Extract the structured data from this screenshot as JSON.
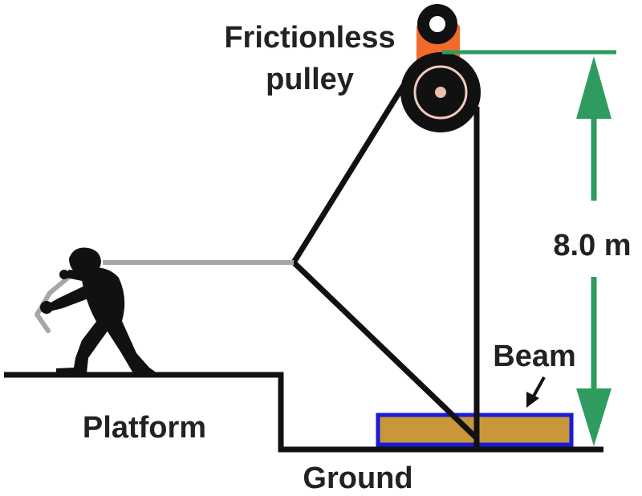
{
  "labels": {
    "pulley_line1": "Frictionless",
    "pulley_line2": "pulley",
    "height": "8.0 m",
    "beam": "Beam",
    "platform": "Platform",
    "ground": "Ground"
  },
  "colors": {
    "line": "#111111",
    "rope_to_person": "#a6a6a6",
    "pulley_mount": "#f26b2a",
    "pulley_rim": "#f2c9c0",
    "pulley_hub": "#e9bfae",
    "dimension": "#2e9b5f",
    "beam_outline": "#1a1adb",
    "beam_fill": "#c9963a",
    "text": "#222222"
  },
  "icons": {
    "person": "person-pulling-rope-silhouette",
    "pulley": "pulley-wheel-icon"
  }
}
